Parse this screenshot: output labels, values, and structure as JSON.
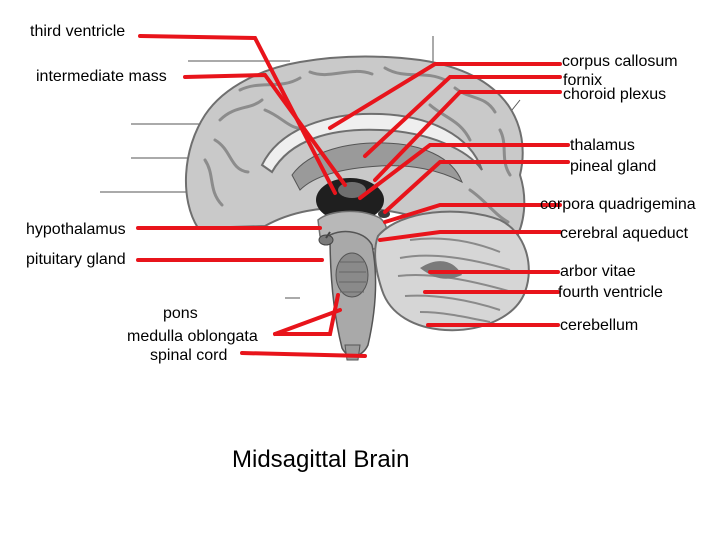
{
  "title": "Midsagittal Brain",
  "labels": {
    "third_ventricle": "third ventricle",
    "intermediate_mass": "intermediate mass",
    "hypothalamus": "hypothalamus",
    "pituitary_gland": "pituitary gland",
    "pons": "pons",
    "medulla_oblongata": "medulla oblongata",
    "spinal_cord": "spinal cord",
    "corpus_callosum": "corpus callosum",
    "fornix": "fornix",
    "choroid_plexus": "choroid plexus",
    "thalamus": "thalamus",
    "pineal_gland": "pineal gland",
    "corpora_quadrigemina": "corpora quadrigemina",
    "cerebral_aqueduct": "cerebral aqueduct",
    "arbor_vitae": "arbor vitae",
    "fourth_ventricle": "fourth ventricle",
    "cerebellum": "cerebellum"
  },
  "colors": {
    "leader_line": "#e8141b",
    "brain_fill": "#c9c9c9",
    "brain_dark": "#6f6f6f",
    "gray_pointer": "#555555"
  }
}
